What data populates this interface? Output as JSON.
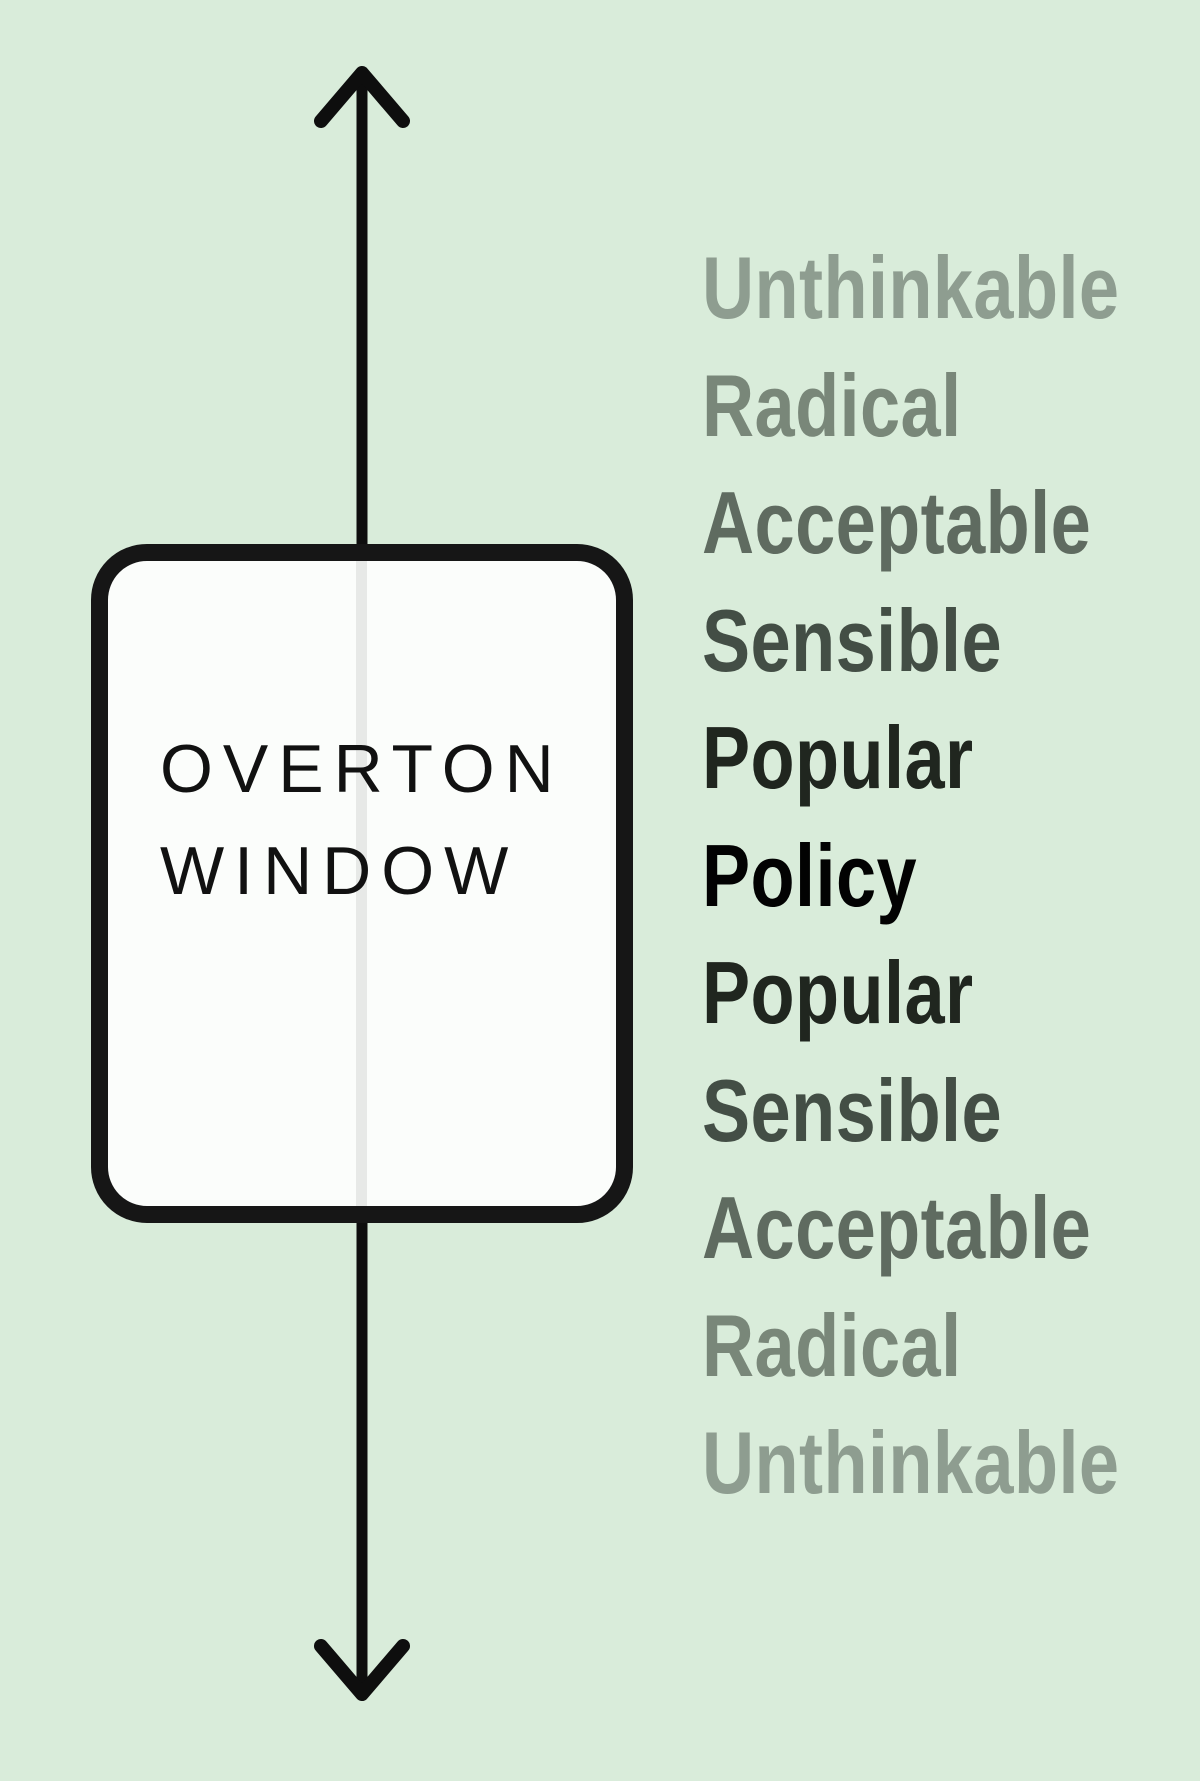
{
  "title": "Overton Window diagram",
  "background_color": "#d9ecda",
  "arrow": {
    "color": "#0e0e0e",
    "direction": "vertical-double-headed"
  },
  "window_box": {
    "label_line1": "OVERTON",
    "label_line2": "WINDOW",
    "fill": "#fbfdfb",
    "border_color": "#161616",
    "text_color": "#111111",
    "center_line_color": "#e7e9e7"
  },
  "scale_words": [
    {
      "label": "Unthinkable",
      "color": "#8e9d90"
    },
    {
      "label": "Radical",
      "color": "#798779"
    },
    {
      "label": "Acceptable",
      "color": "#5f6b60"
    },
    {
      "label": "Sensible",
      "color": "#434e45"
    },
    {
      "label": "Popular",
      "color": "#20261f"
    },
    {
      "label": "Policy",
      "color": "#020202"
    },
    {
      "label": "Popular",
      "color": "#20261f"
    },
    {
      "label": "Sensible",
      "color": "#434e45"
    },
    {
      "label": "Acceptable",
      "color": "#5f6b60"
    },
    {
      "label": "Radical",
      "color": "#798779"
    },
    {
      "label": "Unthinkable",
      "color": "#8e9d90"
    }
  ]
}
